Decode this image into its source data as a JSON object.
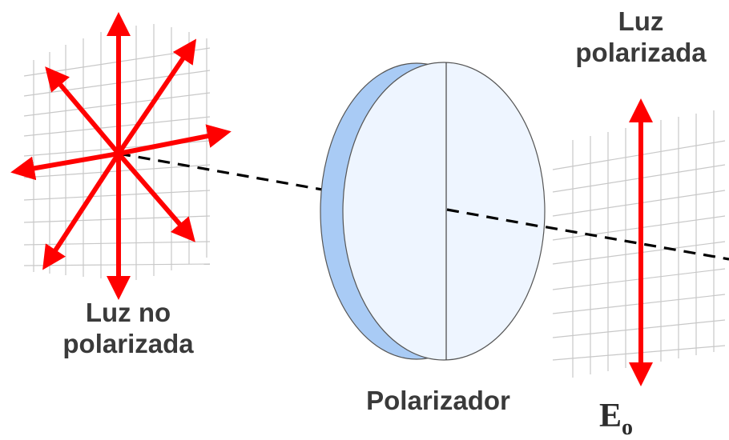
{
  "labels": {
    "unpolarized_line1": "Luz no",
    "unpolarized_line2": "polarizada",
    "polarized_line1": "Luz",
    "polarized_line2": "polarizada",
    "polarizer": "Polarizador",
    "field_symbol": "E",
    "field_subscript": "o"
  },
  "colors": {
    "arrow": "#ff0000",
    "polarizer_face": "#eef5ff",
    "polarizer_rim": "#a9cbf5",
    "grid": "#c8c8c8",
    "axis": "#000000",
    "text": "#3a3a3a"
  }
}
